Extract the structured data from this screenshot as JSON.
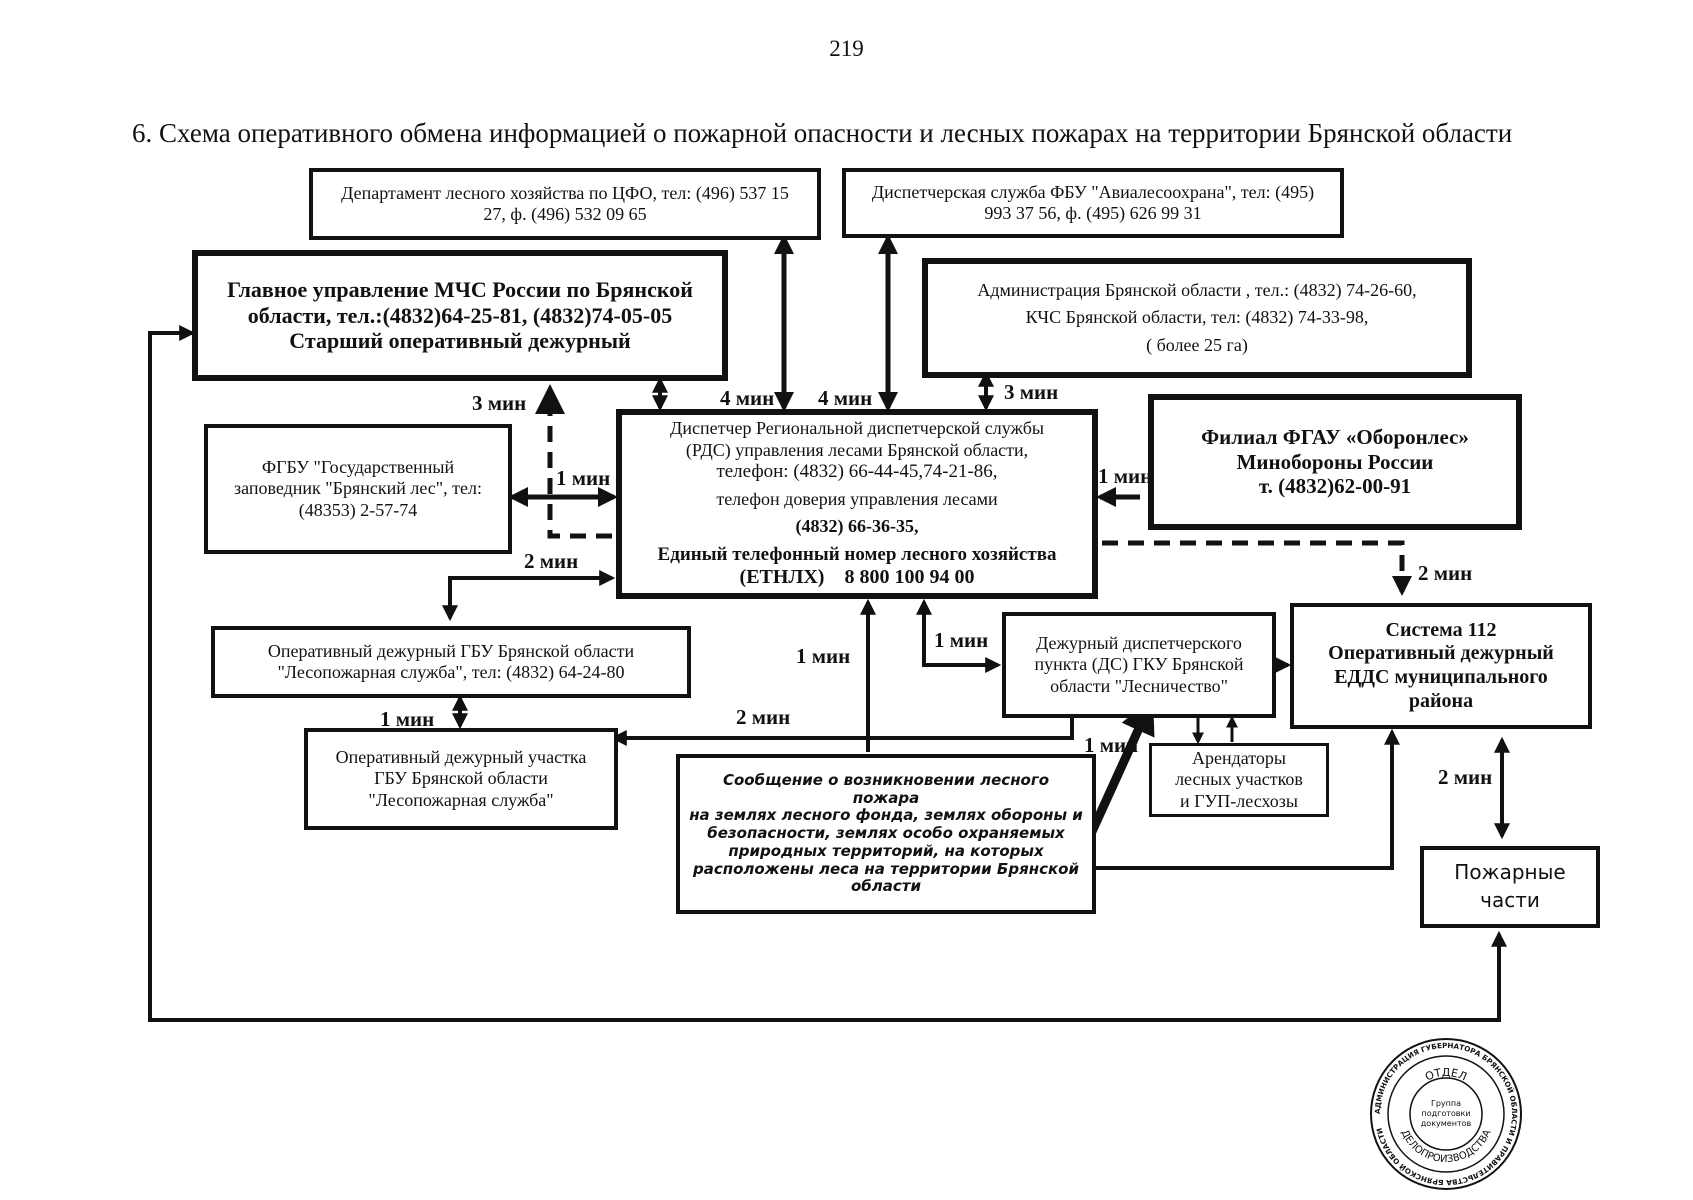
{
  "page_number": "219",
  "title": "6. Схема оперативного обмена информацией о пожарной опасности и лесных пожарах на территории Брянской области",
  "boxes": {
    "dept": [
      "Департамент лесного хозяйства по ЦФО, тел: (496) 537 15",
      "27, ф. (496) 532 09 65"
    ],
    "avia": [
      "Диспетчерская служба ФБУ \"Авиалесоохрана\", тел: (495)",
      "993 37 56, ф. (495) 626 99 31"
    ],
    "mchs": [
      "Главное управление МЧС России по Брянской",
      "области, тел.:(4832)64-25-81, (4832)74-05-05",
      "Старший оперативный дежурный"
    ],
    "admin": [
      "Администрация Брянской области , тел.: (4832) 74-26-60,",
      "КЧС Брянской области, тел: (4832) 74-33-98,",
      "( более 25 га)"
    ],
    "zapov": [
      "ФГБУ \"Государственный",
      "заповедник \"Брянский лес\", тел:",
      "(48353) 2-57-74"
    ],
    "rds": [
      "Диспетчер Региональной диспетчерской службы",
      "(РДС) управления лесами Брянской области,",
      "телефон: (4832) 66-44-45,74-21-86,",
      "телефон доверия управления лесами",
      "(4832) 66-36-35,",
      "Единый телефонный номер лесного хозяйства",
      "(ЕТНЛХ)    8 800 100 94 00"
    ],
    "oboron": [
      "Филиал ФГАУ «Оборонлес»",
      "Минобороны России",
      "т. (4832)62-00-91"
    ],
    "lpsduty": [
      "Оперативный дежурный ГБУ Брянской области",
      "\"Лесопожарная служба\", тел: (4832) 64-24-80"
    ],
    "ds": [
      "Дежурный диспетчерского",
      "пункта (ДС)  ГКУ Брянской",
      "области  \"Лесничество\""
    ],
    "s112": [
      "Система 112",
      "Оперативный дежурный",
      "ЕДДС муниципального",
      "района"
    ],
    "uchastok": [
      "Оперативный дежурный участка",
      "ГБУ Брянской области",
      "\"Лесопожарная служба\""
    ],
    "message": [
      "Сообщение о возникновении лесного пожара",
      "на землях лесного фонда, землях обороны и",
      "безопасности,  землях особо охраняемых",
      "природных территорий, на которых",
      "расположены леса на территории Брянской",
      "области"
    ],
    "arend": [
      "Арендаторы",
      "лесных участков",
      "и   ГУП-лесхозы"
    ],
    "pch": [
      "Пожарные",
      "части"
    ]
  },
  "times": {
    "t_mchs": "3 мин",
    "t_4a": "4 мин",
    "t_4b": "4 мин",
    "t_admin": "3 мин",
    "t_zap": "1 мин",
    "t_obor": "1 мин",
    "t_lps": "2 мин",
    "t_112": "2 мин",
    "t_msg": "1 мин",
    "t_ds": "1 мин",
    "t_uch": "1 мин",
    "t_uch2": "2 мин",
    "t_arend": "1 мин",
    "t_pch": "2 мин"
  },
  "stamp": {
    "ring_text": "АДМИНИСТРАЦИЯ ГУБЕРНАТОРА БРЯНСКОЙ ОБЛАСТИ И ПРАВИТЕЛЬСТВА БРЯНСКОЙ ОБЛАСТИ",
    "inner_top": "ОТДЕЛ",
    "inner_bottom": "ДЕЛОПРОИЗВОДСТВА",
    "center": [
      "Группа",
      "подготовки",
      "документов"
    ]
  }
}
